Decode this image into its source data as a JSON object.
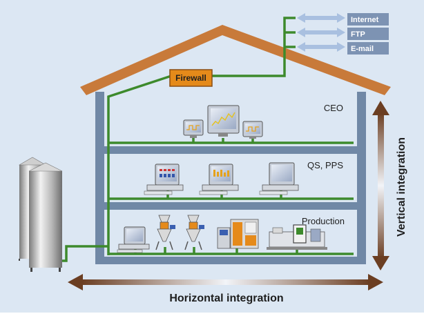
{
  "labels": {
    "firewall": "Firewall",
    "ceo": "CEO",
    "qs_pps": "QS, PPS",
    "production": "Production",
    "vertical": "Vertical integration",
    "horizontal": "Horizontal integration"
  },
  "services": [
    {
      "label": "Internet"
    },
    {
      "label": "FTP"
    },
    {
      "label": "E-mail"
    }
  ],
  "colors": {
    "background": "#dce7f3",
    "roof": "#c87a3a",
    "walls": "#7088a6",
    "network": "#3d8a2c",
    "firewall": "#e58a1a",
    "service_box": "#7d93b3",
    "service_arrow": "#a9c0e0",
    "integration_arrow": "#6b3e22"
  }
}
